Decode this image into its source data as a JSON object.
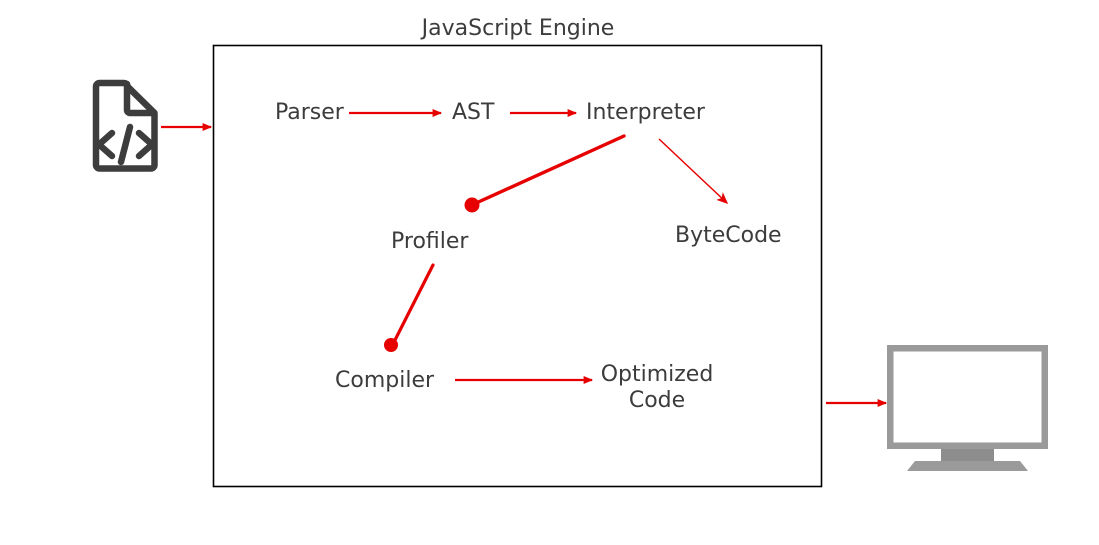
{
  "diagram": {
    "title": "JavaScript Engine",
    "type": "flow-diagram",
    "accent_color": "#e60000",
    "text_color": "#3c3c3c",
    "box_border_color": "#000000",
    "icon_file_color": "#3d3d3d",
    "icon_monitor_color": "#9a9a9a",
    "background": "#ffffff"
  },
  "nodes": {
    "parser": {
      "label": "Parser"
    },
    "ast": {
      "label": "AST"
    },
    "interpreter": {
      "label": "Interpreter"
    },
    "bytecode": {
      "label": "ByteCode"
    },
    "profiler": {
      "label": "Profiler"
    },
    "compiler": {
      "label": "Compiler"
    },
    "optimized_code": {
      "label": "Optimized\nCode"
    }
  },
  "icons": {
    "source_file": {
      "name": "code-file-icon",
      "glyph": "</>"
    },
    "output_display": {
      "name": "monitor-icon"
    }
  },
  "connections": [
    {
      "name": "file-to-engine",
      "from": "source-file-icon",
      "to": "engine-box",
      "style": "arrow"
    },
    {
      "name": "parser-to-ast",
      "from": "parser",
      "to": "ast",
      "style": "arrow"
    },
    {
      "name": "ast-to-interpreter",
      "from": "ast",
      "to": "interpreter",
      "style": "arrow"
    },
    {
      "name": "interpreter-to-bytecode",
      "from": "interpreter",
      "to": "bytecode",
      "style": "arrow"
    },
    {
      "name": "interpreter-to-profiler",
      "from": "interpreter",
      "to": "profiler",
      "style": "dot"
    },
    {
      "name": "profiler-to-compiler",
      "from": "profiler",
      "to": "compiler",
      "style": "dot"
    },
    {
      "name": "compiler-to-optimized-code",
      "from": "compiler",
      "to": "optimized_code",
      "style": "arrow"
    },
    {
      "name": "engine-to-monitor",
      "from": "engine-box",
      "to": "monitor-icon",
      "style": "arrow"
    }
  ]
}
